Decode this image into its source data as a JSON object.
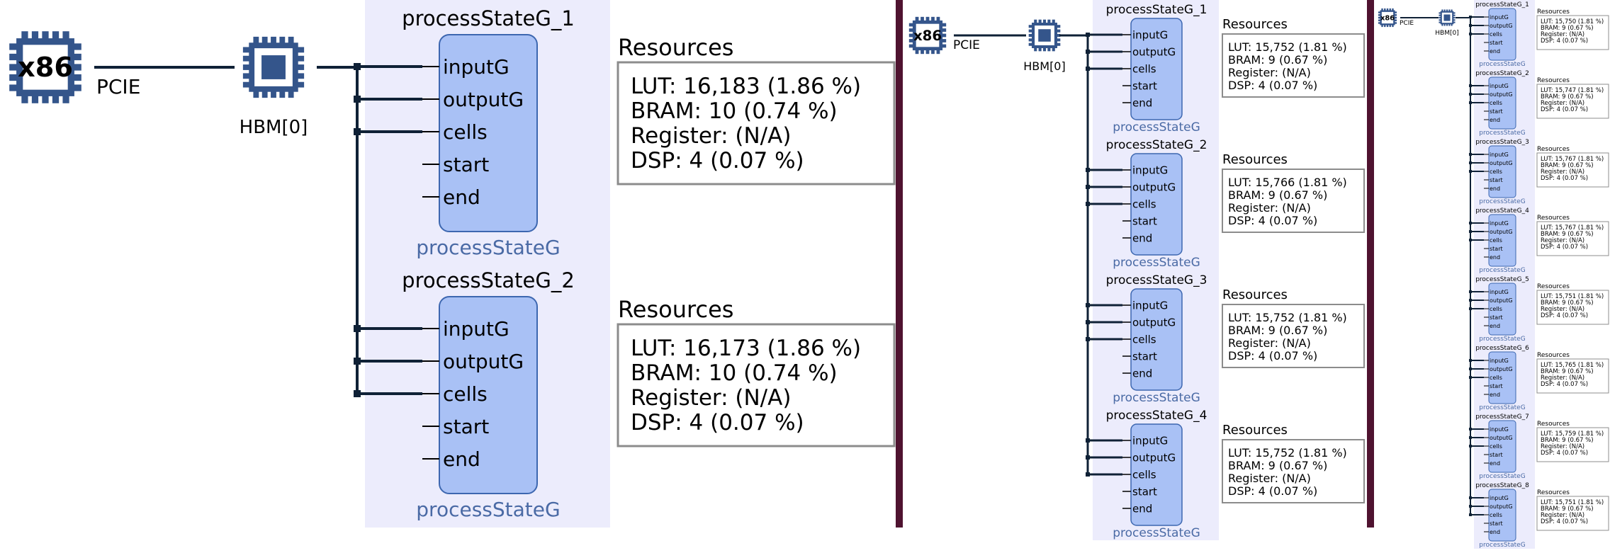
{
  "labels": {
    "host": "x86",
    "pcie": "PCIE",
    "hbm": "HBM[0]",
    "resources_title": "Resources",
    "kernel_type": "processStateG",
    "ports": [
      "inputG",
      "outputG",
      "cells",
      "start",
      "end"
    ]
  },
  "colors": {
    "chip": "#34558b",
    "wire": "#0f2136",
    "kernel_fill": "#a9c1f5",
    "kernel_stroke": "#3d67b0",
    "area": "#ececfc",
    "divider": "#4f1330",
    "type_label": "#4a6aa5",
    "res_border": "#8c8c8c"
  },
  "panels": [
    {
      "kernels": [
        {
          "name": "processStateG_1",
          "connected_ports": 3,
          "resources": {
            "lut": "LUT: 16,183 (1.86 %)",
            "bram": "BRAM: 10 (0.74 %)",
            "register": "Register:  (N/A)",
            "dsp": "DSP: 4 (0.07 %)"
          }
        },
        {
          "name": "processStateG_2",
          "connected_ports": 3,
          "resources": {
            "lut": "LUT: 16,173 (1.86 %)",
            "bram": "BRAM: 10 (0.74 %)",
            "register": "Register:  (N/A)",
            "dsp": "DSP: 4 (0.07 %)"
          }
        }
      ]
    },
    {
      "kernels": [
        {
          "name": "processStateG_1",
          "connected_ports": 3,
          "resources": {
            "lut": "LUT: 15,752 (1.81 %)",
            "bram": "BRAM: 9 (0.67 %)",
            "register": "Register:  (N/A)",
            "dsp": "DSP: 4 (0.07 %)"
          }
        },
        {
          "name": "processStateG_2",
          "connected_ports": 3,
          "resources": {
            "lut": "LUT: 15,766 (1.81 %)",
            "bram": "BRAM: 9 (0.67 %)",
            "register": "Register:  (N/A)",
            "dsp": "DSP: 4 (0.07 %)"
          }
        },
        {
          "name": "processStateG_3",
          "connected_ports": 3,
          "resources": {
            "lut": "LUT: 15,752 (1.81 %)",
            "bram": "BRAM: 9 (0.67 %)",
            "register": "Register:  (N/A)",
            "dsp": "DSP: 4 (0.07 %)"
          }
        },
        {
          "name": "processStateG_4",
          "connected_ports": 3,
          "resources": {
            "lut": "LUT: 15,752 (1.81 %)",
            "bram": "BRAM: 9 (0.67 %)",
            "register": "Register:  (N/A)",
            "dsp": "DSP: 4 (0.07 %)"
          }
        }
      ]
    },
    {
      "kernels": [
        {
          "name": "processStateG_1",
          "connected_ports": 3,
          "resources": {
            "lut": "LUT: 15,750 (1.81 %)",
            "bram": "BRAM: 9 (0.67 %)",
            "register": "Register:  (N/A)",
            "dsp": "DSP: 4 (0.07 %)"
          }
        },
        {
          "name": "processStateG_2",
          "connected_ports": 3,
          "resources": {
            "lut": "LUT: 15,747 (1.81 %)",
            "bram": "BRAM: 9 (0.67 %)",
            "register": "Register:  (N/A)",
            "dsp": "DSP: 4 (0.07 %)"
          }
        },
        {
          "name": "processStateG_3",
          "connected_ports": 3,
          "resources": {
            "lut": "LUT: 15,767 (1.81 %)",
            "bram": "BRAM: 9 (0.67 %)",
            "register": "Register:  (N/A)",
            "dsp": "DSP: 4 (0.07 %)"
          }
        },
        {
          "name": "processStateG_4",
          "connected_ports": 3,
          "resources": {
            "lut": "LUT: 15,767 (1.81 %)",
            "bram": "BRAM: 9 (0.67 %)",
            "register": "Register:  (N/A)",
            "dsp": "DSP: 4 (0.07 %)"
          }
        },
        {
          "name": "processStateG_5",
          "connected_ports": 3,
          "resources": {
            "lut": "LUT: 15,751 (1.81 %)",
            "bram": "BRAM: 9 (0.67 %)",
            "register": "Register:  (N/A)",
            "dsp": "DSP: 4 (0.07 %)"
          }
        },
        {
          "name": "processStateG_6",
          "connected_ports": 3,
          "resources": {
            "lut": "LUT: 15,765 (1.81 %)",
            "bram": "BRAM: 9 (0.67 %)",
            "register": "Register:  (N/A)",
            "dsp": "DSP: 4 (0.07 %)"
          }
        },
        {
          "name": "processStateG_7",
          "connected_ports": 3,
          "resources": {
            "lut": "LUT: 15,759 (1.81 %)",
            "bram": "BRAM: 9 (0.67 %)",
            "register": "Register:  (N/A)",
            "dsp": "DSP: 4 (0.07 %)"
          }
        },
        {
          "name": "processStateG_8",
          "connected_ports": 3,
          "resources": {
            "lut": "LUT: 15,751 (1.81 %)",
            "bram": "BRAM: 9 (0.67 %)",
            "register": "Register:  (N/A)",
            "dsp": "DSP: 4 (0.07 %)"
          }
        }
      ]
    }
  ]
}
